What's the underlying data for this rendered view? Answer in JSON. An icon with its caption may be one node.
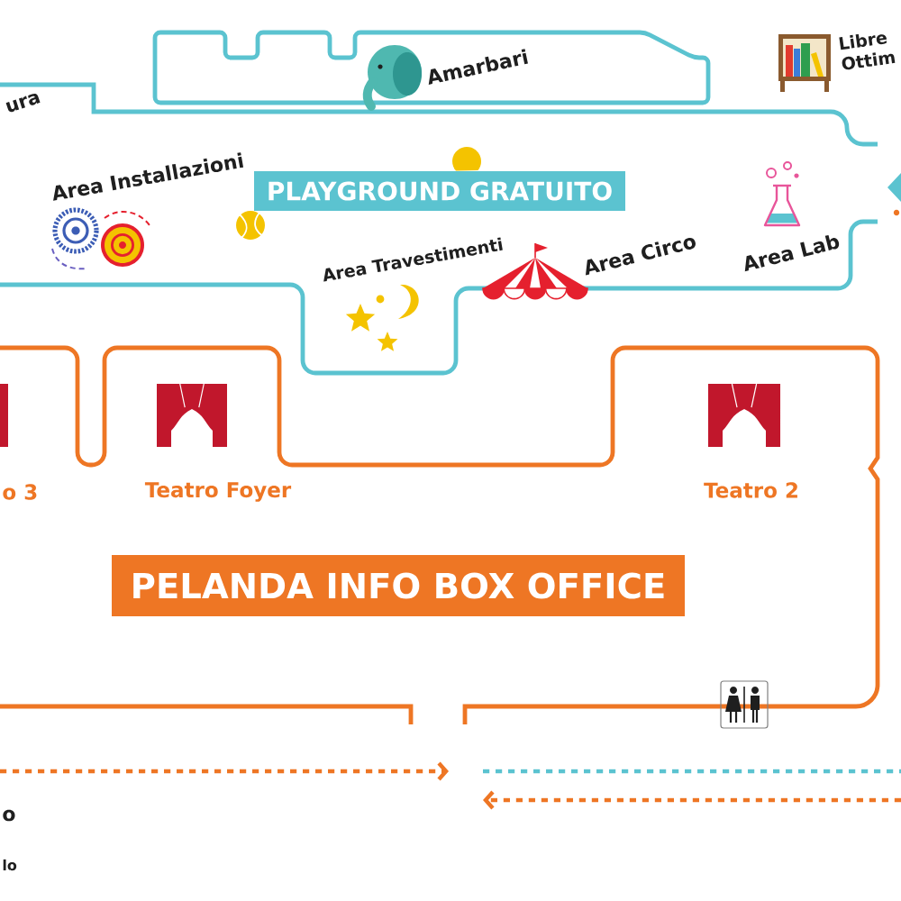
{
  "diagram": {
    "nodes": [
      {
        "text": [
          "ura",
          "Amarbari",
          "Area Installazioni",
          "Area Travestimenti",
          "Area Circo",
          "Area Lab"
        ]
      },
      {
        "text": [
          "PLAYGROUND GRATUITO"
        ],
        "in": 0
      },
      {
        "text": [
          "o 3",
          "Teatro Foyer",
          "Teatro 2"
        ]
      },
      {
        "text": [
          "PELANDA INFO BOX OFFICE"
        ],
        "in": 2
      }
    ],
    "labels": [
      "Libre Ottim",
      "o",
      "lo"
    ]
  }
}
